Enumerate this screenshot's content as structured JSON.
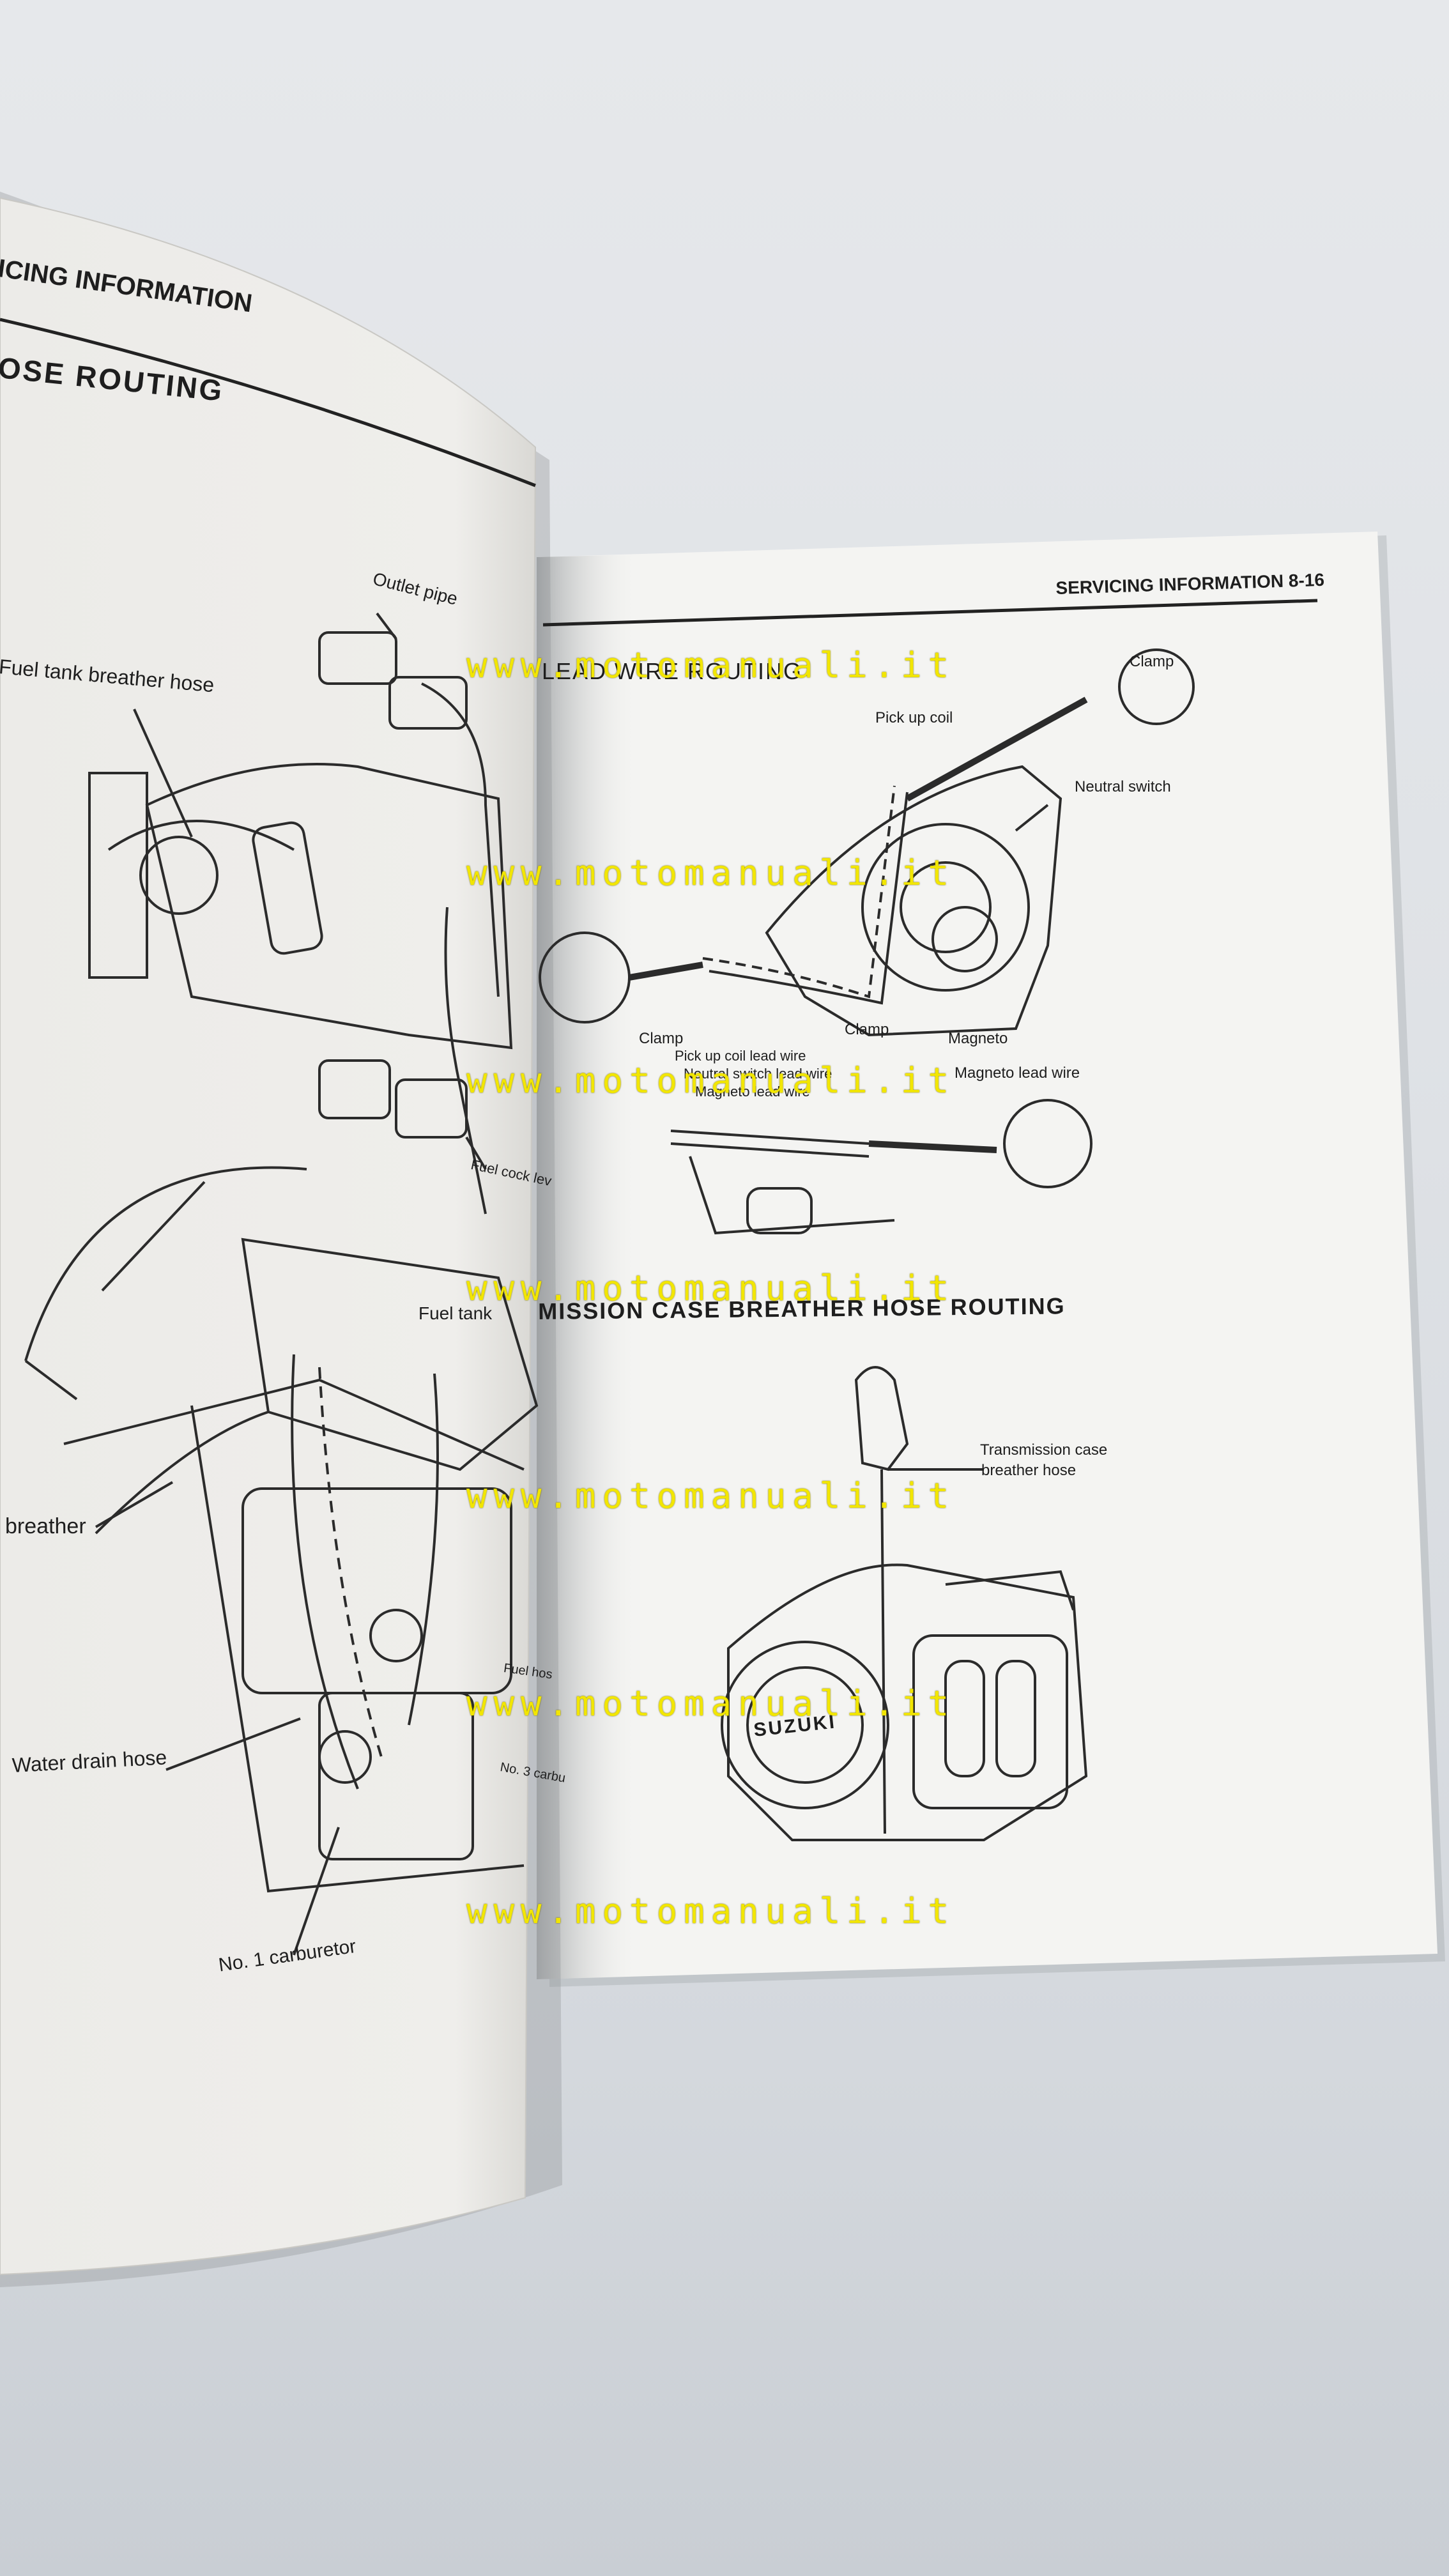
{
  "left_page": {
    "header": "ICING INFORMATION",
    "section_title": "OSE ROUTING",
    "labels": {
      "outlet_pipe": "Outlet pipe",
      "fuel_tank_breather_hose": "Fuel tank breather hose",
      "fuel_cock_lever": "Fuel cock lev",
      "fuel_tank": "Fuel tank",
      "breather": "breather",
      "water_drain_hose": "Water drain hose",
      "no1_carburetor": "No. 1 carburetor",
      "fuel_hose": "Fuel hos",
      "no3_carburetor": "No. 3 carbu"
    }
  },
  "right_page": {
    "header": "SERVICING INFORMATION  8-16",
    "section1_title": "LEAD WIRE ROUTING",
    "section2_title": "MISSION CASE BREATHER HOSE ROUTING",
    "labels": {
      "clamp_top": "Clamp",
      "pick_up_coil": "Pick up coil",
      "neutral_switch": "Neutral switch",
      "clamp_left": "Clamp",
      "clamp_mid": "Clamp",
      "magneto": "Magneto",
      "pick_up_coil_lead_wire": "Pick up coil lead wire",
      "neutral_switch_lead_wire": "Neutral switch lead wire",
      "magneto_lead_wire": "Magneto lead wire",
      "magneto_lead_wire_right": "Magneto lead wire",
      "transmission_case_line1": "Transmission case",
      "transmission_case_line2": "breather hose",
      "engine_brand": "SUZUKI"
    }
  },
  "watermarks": [
    "www.motomanuali.it",
    "www.motomanuali.it",
    "www.motomanuali.it",
    "www.motomanuali.it",
    "www.motomanuali.it",
    "www.motomanuali.it",
    "www.motomanuali.it"
  ],
  "colors": {
    "background": "#dfe2e6",
    "page": "#f3f3f1",
    "ink": "#222222",
    "watermark": "#f2e600"
  }
}
